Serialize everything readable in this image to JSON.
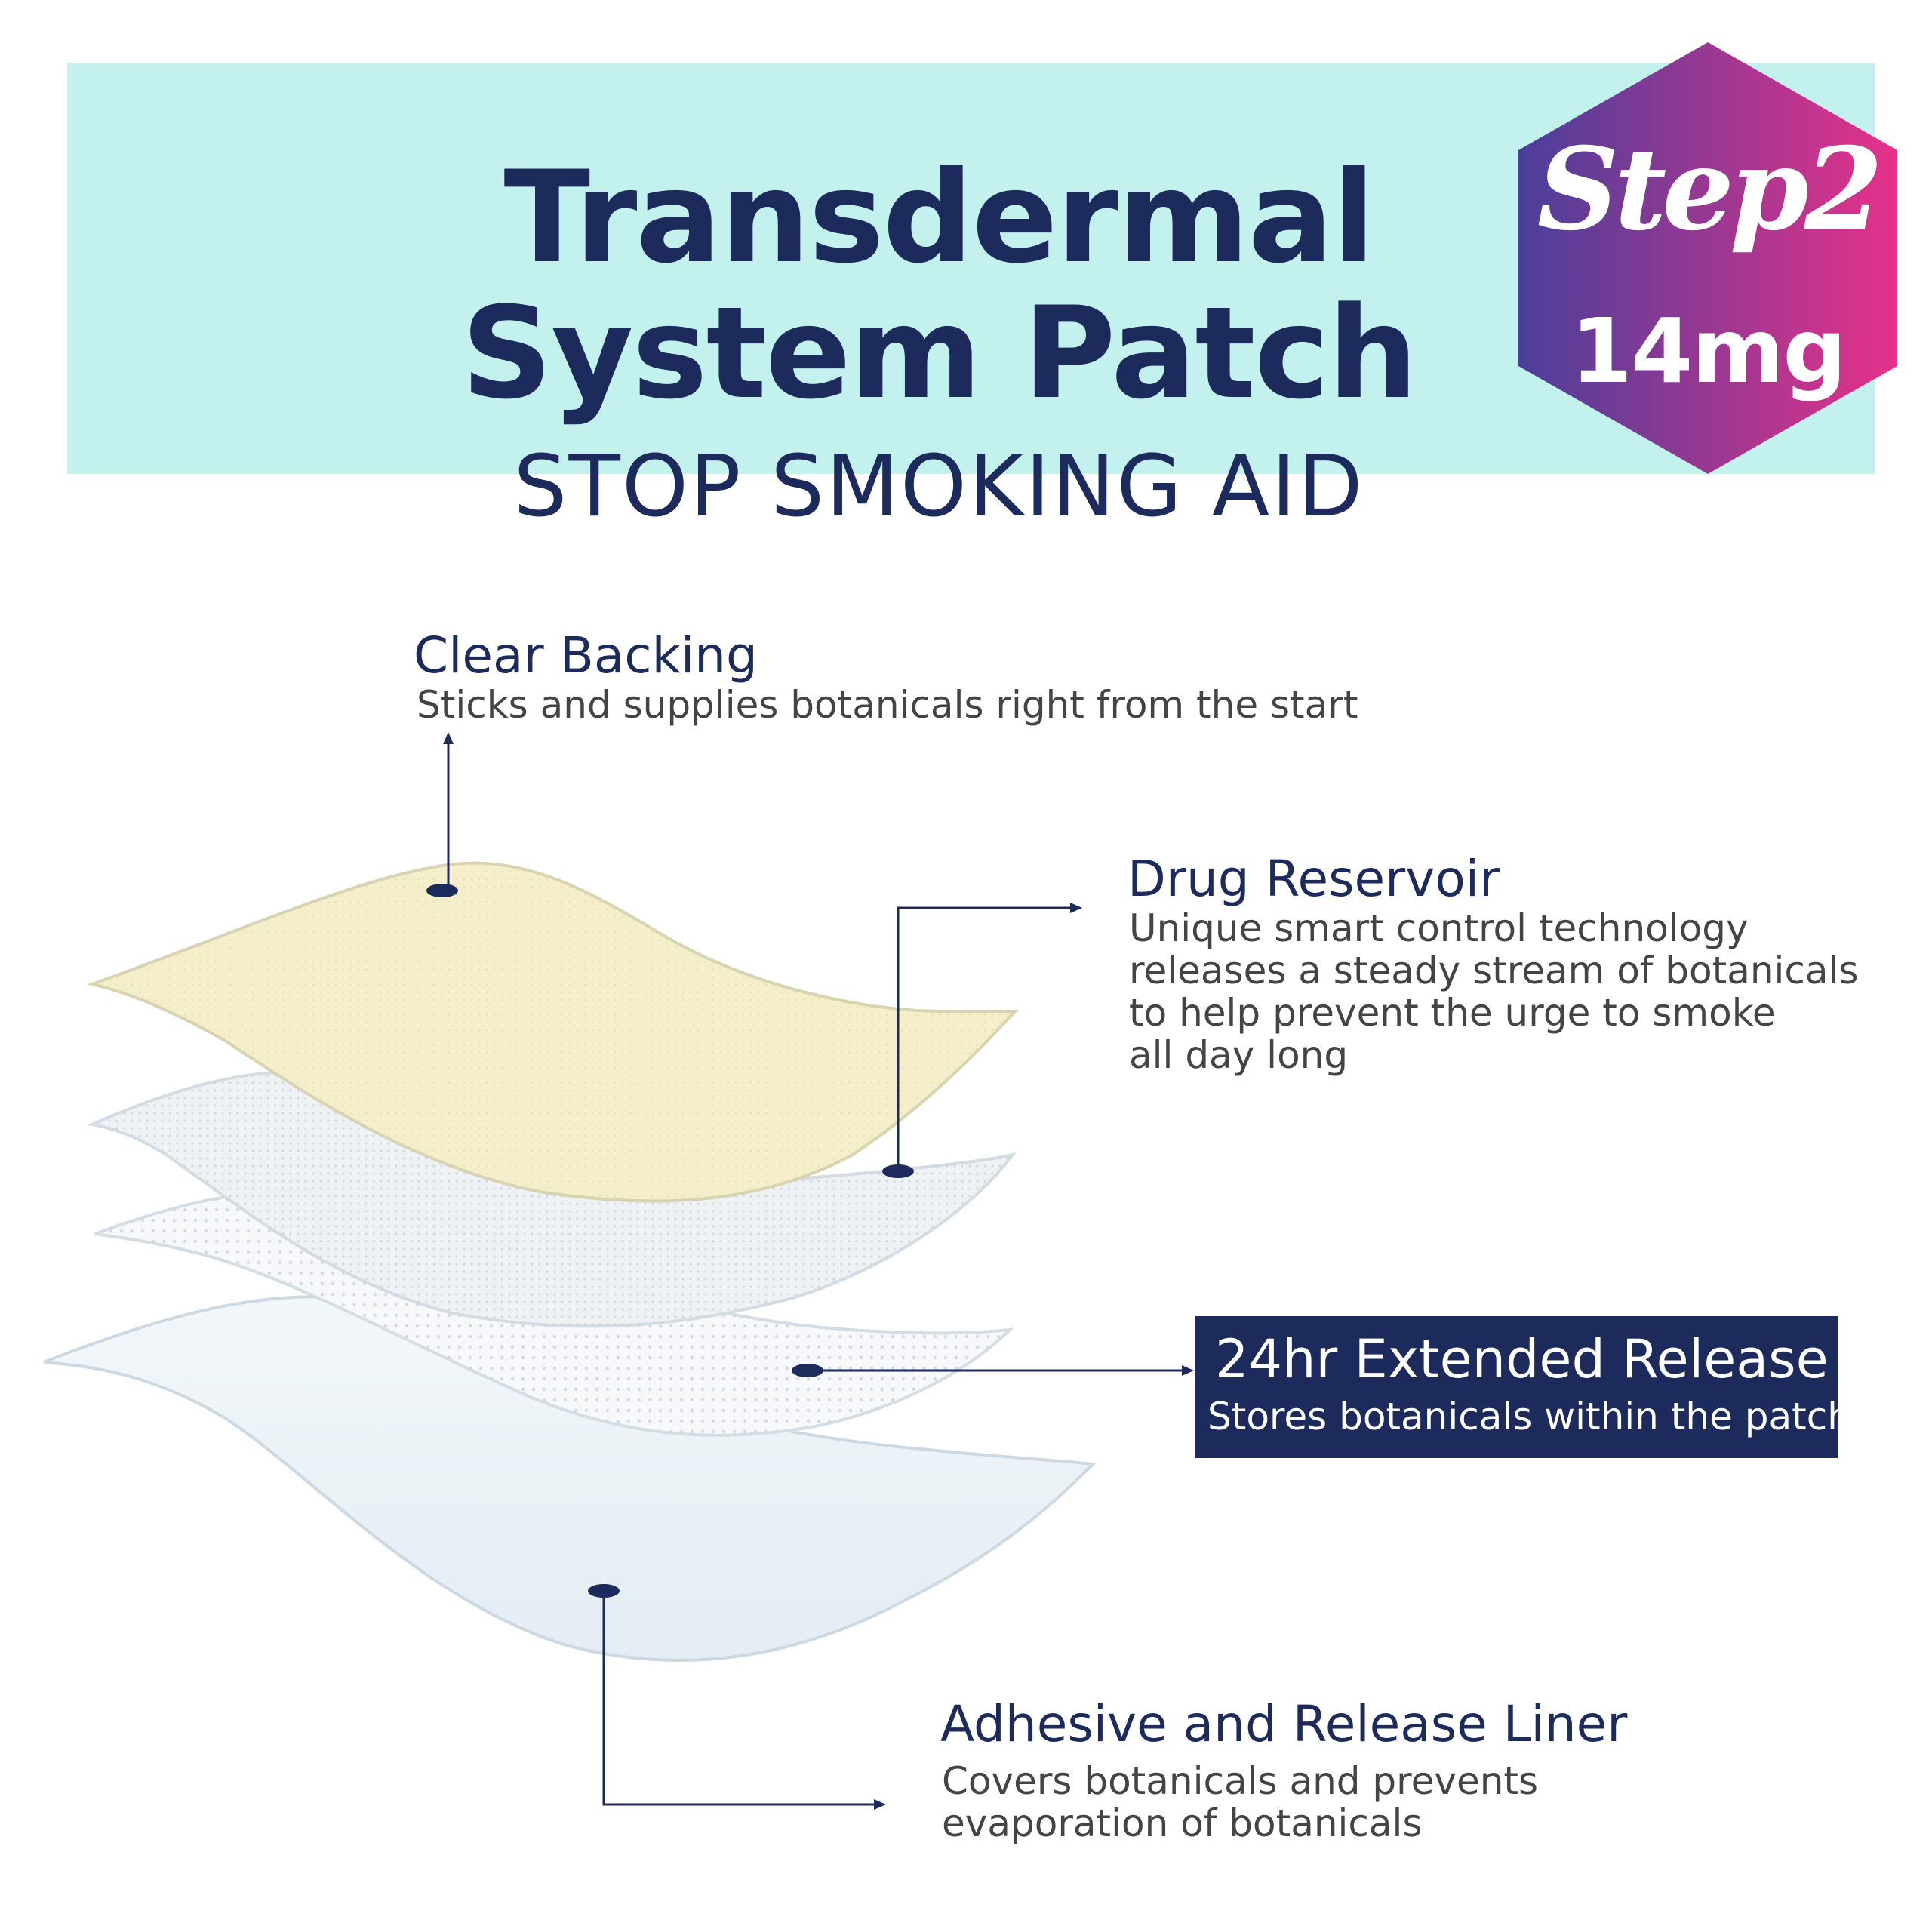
{
  "header": {
    "title_line1": "Transdermal",
    "title_line2": "System Patch",
    "subtitle": "STOP SMOKING AID",
    "banner_color": "#c2f1ee",
    "text_color": "#1d2a5c"
  },
  "badge": {
    "step": "Step2",
    "dose": "14mg",
    "gradient_start": "#4a3f9a",
    "gradient_end": "#e6318a"
  },
  "layers": [
    {
      "title": "Clear Backing",
      "description": "Sticks and supplies botanicals right from the start",
      "color": "#f6f0c8"
    },
    {
      "title": "Drug Reservoir",
      "description_lines": [
        "Unique smart control technology",
        "releases a steady stream of botanicals",
        "to help prevent the urge to smoke",
        "all day long"
      ],
      "color": "#e9eef2"
    },
    {
      "title": "24hr Extended Release",
      "description": "Stores botanicals within the patch",
      "box_color": "#1d2a5c"
    },
    {
      "title": "Adhesive and Release Liner",
      "description_lines": [
        "Covers botanicals and prevents",
        "evaporation of botanicals"
      ],
      "color": "#e8f1f6"
    }
  ]
}
